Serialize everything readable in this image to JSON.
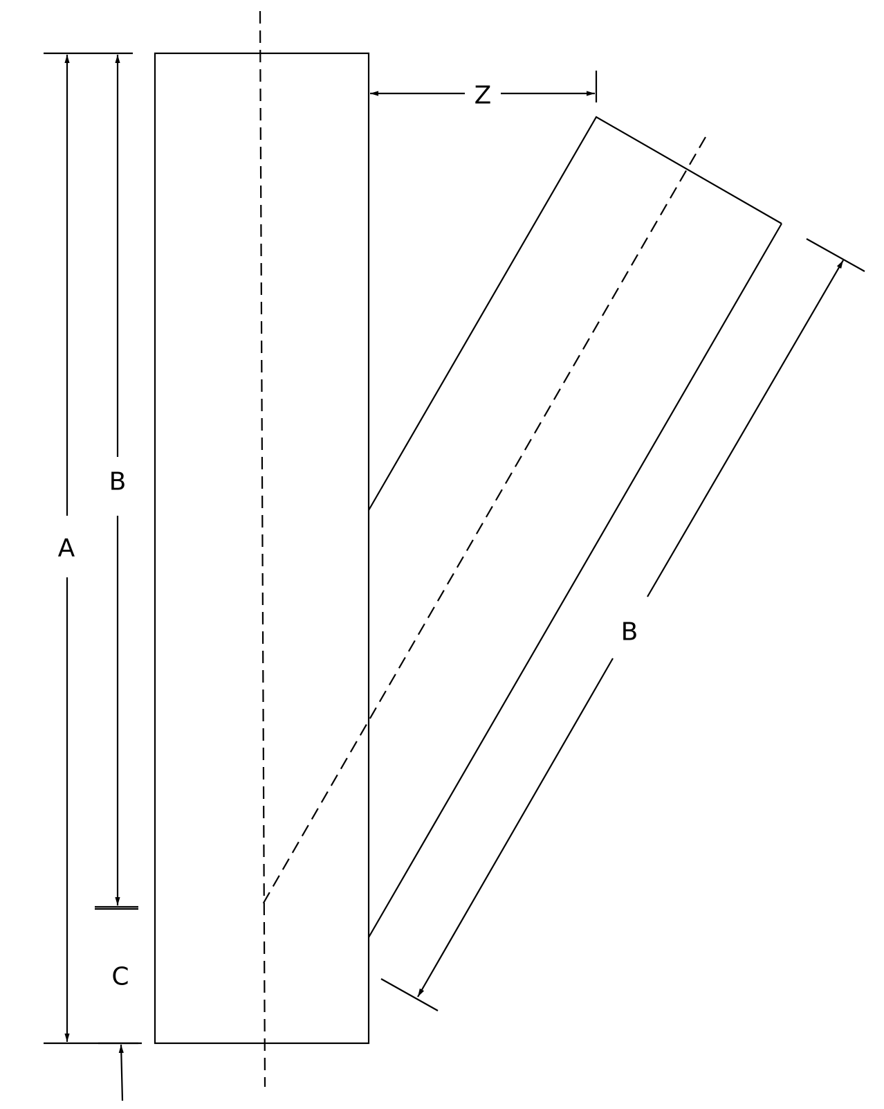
{
  "labels": {
    "a": "A",
    "b_vertical": "B",
    "b_branch": "B",
    "c": "C",
    "z": "Z"
  },
  "colors": {
    "line": "#000000",
    "background": "#ffffff"
  }
}
